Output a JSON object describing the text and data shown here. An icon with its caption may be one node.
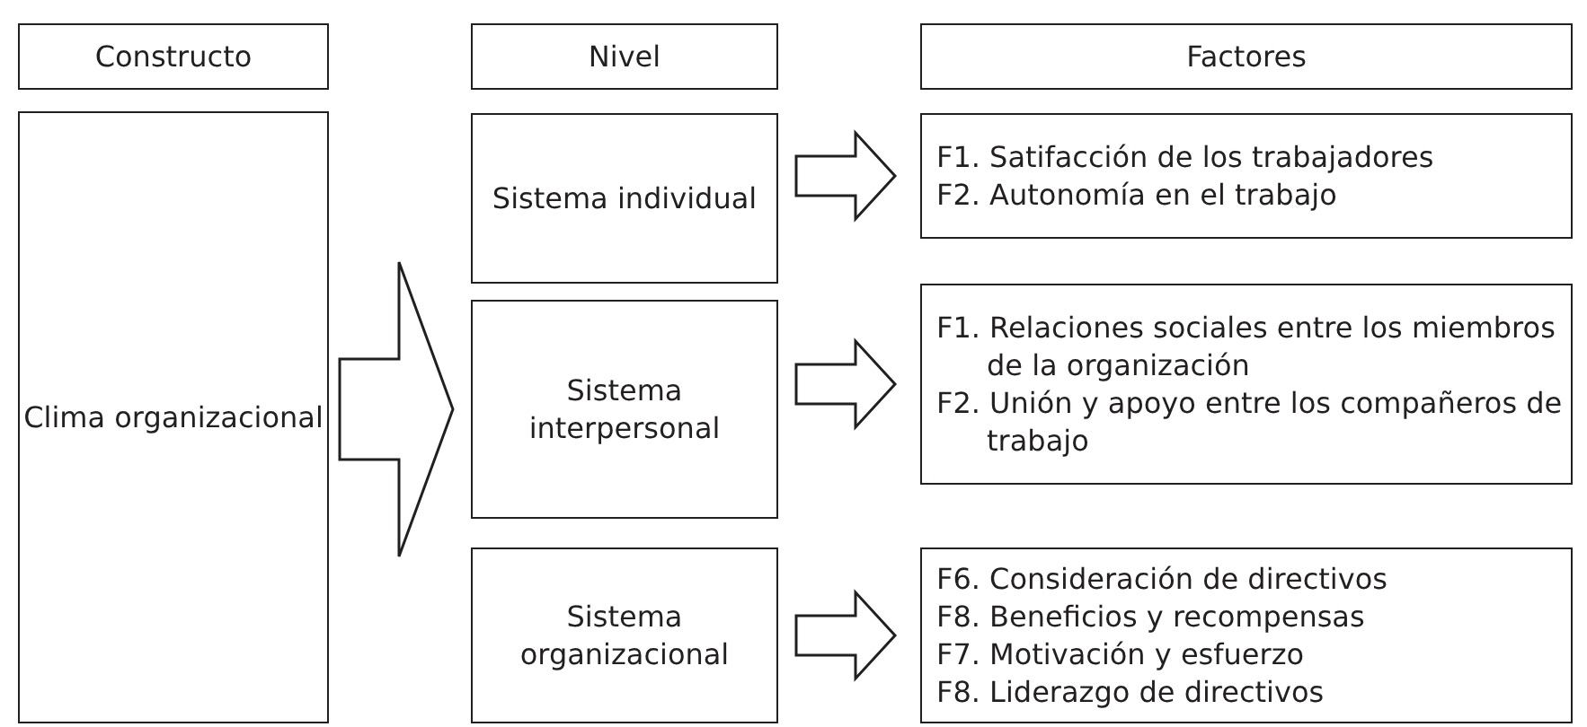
{
  "diagram": {
    "nodes": [
      {
        "text": [
          "Constructo"
        ]
      },
      {
        "text": [
          "Nivel"
        ]
      },
      {
        "text": [
          "Factores"
        ]
      },
      {
        "text": [
          "Clima organizacional"
        ]
      },
      {
        "text": [
          "Sistema individual"
        ]
      },
      {
        "text": [
          "F1. Satifacción de los trabajadores",
          "F2. Autonomía en el trabajo"
        ]
      },
      {
        "text": [
          "Sistema interpersonal"
        ]
      },
      {
        "text": [
          "F1. Relaciones sociales entre los miembros de la organización",
          "F2. Unión y apoyo entre los compañeros de trabajo"
        ]
      },
      {
        "text": [
          "Sistema organizacional"
        ]
      },
      {
        "text": [
          "F6. Consideración de directivos",
          "F8. Beneficios y recompensas",
          "F7. Motivación y esfuerzo",
          "F8. Liderazgo de directivos"
        ]
      }
    ],
    "edges": [
      {
        "from": 3,
        "to": 6,
        "arrow": "to",
        "style": "thick"
      },
      {
        "from": 4,
        "to": 5,
        "arrow": "to"
      },
      {
        "from": 6,
        "to": 7,
        "arrow": "to"
      },
      {
        "from": 8,
        "to": 9,
        "arrow": "to"
      }
    ]
  }
}
